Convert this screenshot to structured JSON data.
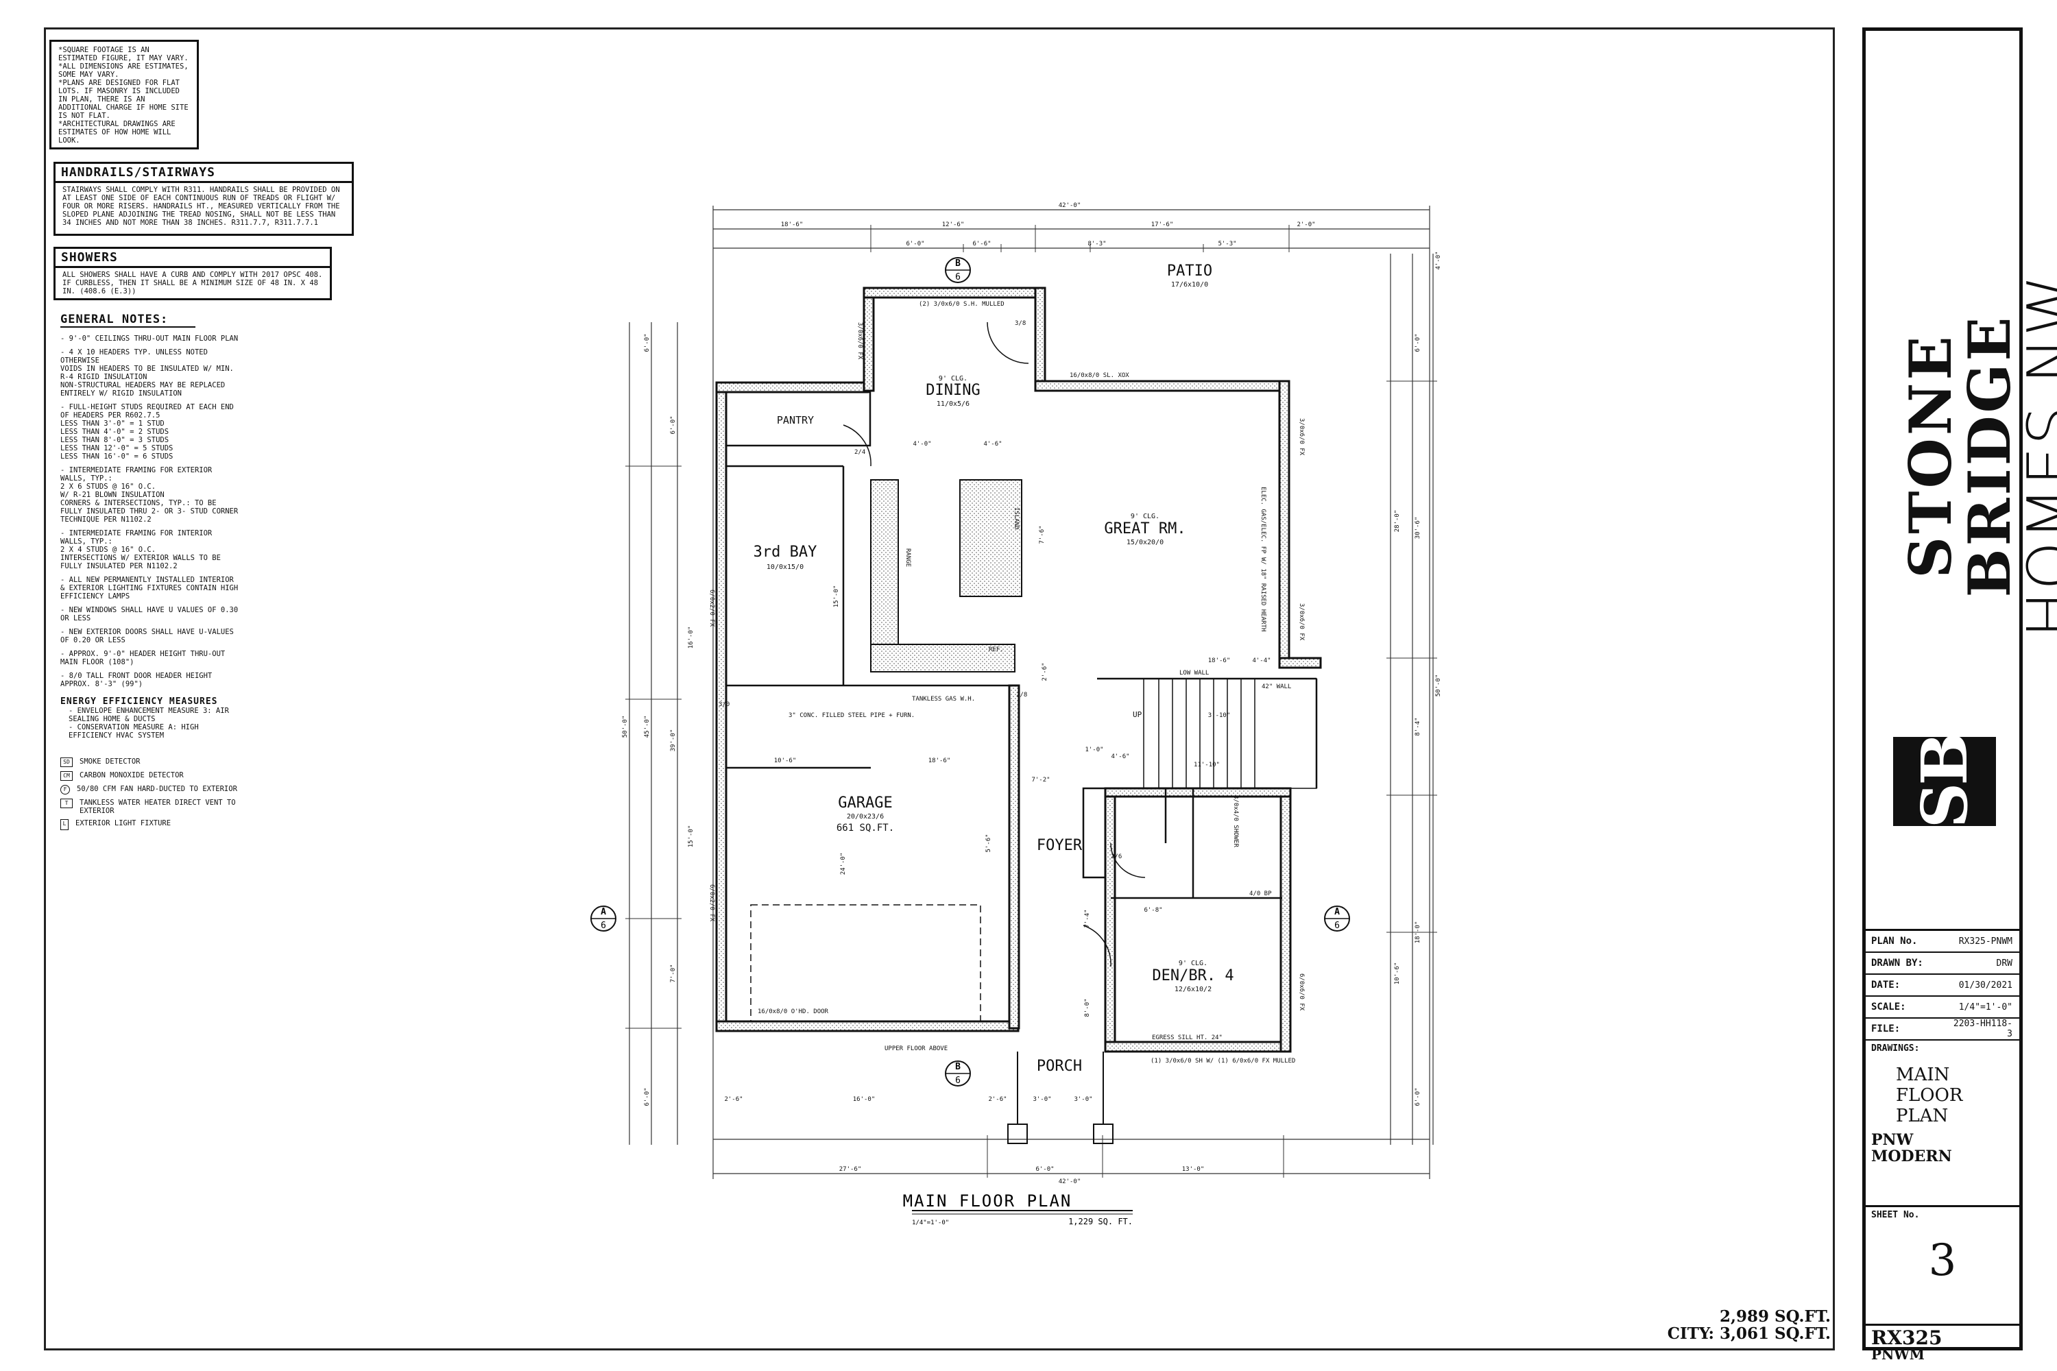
{
  "disclaimers": "*SQUARE FOOTAGE IS AN ESTIMATED FIGURE, IT MAY VARY.\n*ALL DIMENSIONS ARE ESTIMATES, SOME MAY VARY.\n*PLANS ARE DESIGNED FOR FLAT LOTS. IF MASONRY IS INCLUDED IN PLAN, THERE IS AN ADDITIONAL CHARGE IF HOME SITE IS NOT FLAT.\n*ARCHITECTURAL DRAWINGS ARE ESTIMATES OF HOW HOME WILL LOOK.",
  "handrails": {
    "title": "HANDRAILS/STAIRWAYS",
    "text": "STAIRWAYS SHALL COMPLY WITH R311. HANDRAILS SHALL BE PROVIDED ON AT LEAST ONE SIDE OF EACH CONTINUOUS RUN OF TREADS OR FLIGHT W/ FOUR OR MORE RISERS. HANDRAILS HT., MEASURED VERTICALLY FROM THE SLOPED PLANE ADJOINING THE TREAD NOSING, SHALL NOT BE LESS THAN 34 INCHES AND NOT MORE THAN 38 INCHES. R311.7.7, R311.7.7.1"
  },
  "showers": {
    "title": "SHOWERS",
    "text": "ALL SHOWERS SHALL HAVE A CURB AND COMPLY WITH 2017 OPSC 408. IF CURBLESS, THEN IT SHALL BE A MINIMUM SIZE OF 48 IN. X 48 IN. (408.6 (e.3))"
  },
  "general_notes": {
    "title": "GENERAL NOTES:",
    "items": [
      "- 9'-0\" CEILINGS THRU-OUT MAIN FLOOR PLAN",
      "- 4 X 10 HEADERS TYP. UNLESS NOTED OTHERWISE\nVOIDS IN HEADERS TO BE INSULATED W/ MIN. R-4 RIGID INSULATION\nNON-STRUCTURAL HEADERS MAY BE REPLACED ENTIRELY W/ RIGID INSULATION",
      "- FULL-HEIGHT STUDS REQUIRED AT EACH END OF HEADERS PER R602.7.5\n   LESS THAN 3'-0\" = 1 STUD\n   LESS THAN 4'-0\" = 2 STUDS\n   LESS THAN 8'-0\" = 3 STUDS\n   LESS THAN 12'-0\" = 5 STUDS\n   LESS THAN 16'-0\" = 6 STUDS",
      "- INTERMEDIATE FRAMING FOR EXTERIOR WALLS, TYP.:\n2 X 6 STUDS @ 16\" O.C.\nW/ R-21 BLOWN INSULATION\n   CORNERS & INTERSECTIONS, TYP.: TO BE FULLY INSULATED THRU 2- OR 3- STUD CORNER TECHNIQUE PER N1102.2",
      "- INTERMEDIATE FRAMING FOR INTERIOR WALLS, TYP.:\n2 X 4 STUDS @ 16\" O.C.\n   INTERSECTIONS W/ EXTERIOR WALLS TO BE FULLY INSULATED PER N1102.2",
      "- ALL NEW PERMANENTLY INSTALLED INTERIOR & EXTERIOR LIGHTING FIXTURES CONTAIN HIGH EFFICIENCY LAMPS",
      "- NEW WINDOWS SHALL HAVE U VALUES OF 0.30 OR LESS",
      "- NEW EXTERIOR DOORS SHALL HAVE U-VALUES OF 0.20 OR LESS",
      "- APPROX. 9'-0\" HEADER HEIGHT THRU-OUT MAIN FLOOR (108\")",
      "- 8/0 TALL FRONT DOOR HEADER HEIGHT APPROX. 8'-3\" (99\")"
    ],
    "energy_title": "ENERGY EFFICIENCY MEASURES",
    "energy_items": "- ENVELOPE ENHANCEMENT MEASURE 3: AIR SEALING HOME & DUCTS\n- CONSERVATION MEASURE A: HIGH EFFICIENCY HVAC SYSTEM"
  },
  "legend": [
    {
      "icon": "SD",
      "label": "SMOKE DETECTOR"
    },
    {
      "icon": "CM",
      "label": "CARBON MONOXIDE DETECTOR"
    },
    {
      "icon": "F",
      "label": "50/80 CFM FAN HARD-DUCTED TO EXTERIOR"
    },
    {
      "icon": "T",
      "label": "TANKLESS WATER HEATER DIRECT VENT TO EXTERIOR"
    },
    {
      "icon": "L",
      "label": "EXTERIOR LIGHT FIXTURE"
    }
  ],
  "plan": {
    "title": "MAIN FLOOR PLAN",
    "scale": "1/4\"=1'-0\"",
    "area": "1,229 SQ. FT.",
    "rooms": {
      "patio": "PATIO",
      "patio_dim": "17/6x10/0",
      "dining_clg": "9' CLG.",
      "dining": "DINING",
      "dining_dim": "11/0x5/6",
      "pantry": "PANTRY",
      "bay": "3rd BAY",
      "bay_dim": "10/0x15/0",
      "great_clg": "9' CLG.",
      "great": "GREAT RM.",
      "great_dim": "15/0x20/0",
      "garage": "GARAGE",
      "garage_dim": "20/0x23/6",
      "garage_sqft": "661 SQ.FT.",
      "foyer": "FOYER",
      "den_clg": "9' CLG.",
      "den": "DEN/BR. 4",
      "den_dim": "12/6x10/2",
      "porch": "PORCH"
    },
    "notes": {
      "island": "ISLAND",
      "range": "RANGE",
      "ref": "REF.",
      "fireplace": "ELEC. GAS/ELEC. FP W/ 18\" RAISED HEARTH",
      "tankless": "TANKLESS GAS W.H.",
      "conc_pipe": "3\" CONC. FILLED STEEL PIPE + FURN.",
      "garage_door": "16/0x8/0 O'HD. DOOR",
      "upper_floor": "UPPER FLOOR ABOVE",
      "egress": "EGRESS SILL HT. 24\"",
      "den_window": "(1) 3/0x6/0 SH W/ (1) 6/0x6/0 FX MULLED",
      "dining_window": "(2) 3/0x6/0 S.H. MULLED",
      "slider": "16/0x8/0 SL. XOX",
      "low_wall": "LOW WALL",
      "half_wall": "42\" WALL",
      "up": "UP",
      "bench": "4/0 BP",
      "shower": "3/0x4/0 SHOWER",
      "door_2_4": "2/4",
      "door_2_8": "2/8",
      "door_3_0": "3/0",
      "door_3_8": "3/8",
      "door_2_6": "2/6",
      "win_left_1": "6/0x2/0 FX",
      "win_left_2": "6/0x2/0 FX",
      "win_left_3": "3/0x6/0 FX",
      "win_right_1": "3/0x6/0 FX",
      "win_right_2": "3/0x6/0 FX",
      "win_right_3": "6/0x6/0 FX"
    },
    "dims_top": [
      "42'-0\"",
      "18'-6\"",
      "12'-6\"",
      "17'-6\"",
      "2'-0\"",
      "6'-0\"",
      "6'-6\"",
      "8'-3\"",
      "5'-3\""
    ],
    "dims_bottom": [
      "42'-0\"",
      "27'-6\"",
      "6'-0\"",
      "13'-0\"",
      "2'-6\"",
      "16'-0\"",
      "2'-6\"",
      "3'-0\"",
      "3'-0\""
    ],
    "dims_left": [
      "50'-0\"",
      "6'-0\"",
      "6'-0\"",
      "45'-0\"",
      "39'-0\"",
      "16'-0\"",
      "15'-0\"",
      "7'-0\"",
      "6'-0\""
    ],
    "dims_right": [
      "50'-0\"",
      "4'-0\"",
      "6'-0\"",
      "30'-6\"",
      "28'-0\"",
      "8'-4\"",
      "18'-0\"",
      "10'-6\"",
      "6'-0\""
    ],
    "dims_inner": [
      "4'-0\"",
      "4'-6\"",
      "7'-6\"",
      "15'-0\"",
      "24'-0\"",
      "10'-6\"",
      "18'-6\"",
      "18'-6\"",
      "6'-8\"",
      "4'-4\"",
      "11'-10\"",
      "5'-6\"",
      "2'-6\"",
      "3'-10\"",
      "7'-2\"",
      "1'-0\"",
      "4'-6\"",
      "8'-0\"",
      "7'-4\""
    ],
    "section_labels": {
      "letter": "A",
      "num": "6",
      "letter_b": "B"
    }
  },
  "sqft": {
    "line1": "2,989  SQ.FT.",
    "line2": "CITY:  3,061  SQ.FT."
  },
  "titleblock": {
    "logo_mark": "SB",
    "brand_line1": "STONE BRIDGE",
    "brand_line2": "HOMES NW",
    "rows": [
      {
        "k": "PLAN No.",
        "v": "RX325-PNWM"
      },
      {
        "k": "DRAWN BY:",
        "v": "DRW"
      },
      {
        "k": "DATE:",
        "v": "01/30/2021"
      },
      {
        "k": "SCALE:",
        "v": "1/4\"=1'-0\""
      },
      {
        "k": "FILE:",
        "v": "2203-HH118-3"
      }
    ],
    "drawings_label": "DRAWINGS:",
    "drawing_name": "MAIN\nFLOOR\nPLAN",
    "style": "PNW\nMODERN",
    "sheet_label": "SHEET No.",
    "sheet_no": "3",
    "plan_code": "RX325",
    "plan_sub": "PNWM"
  }
}
